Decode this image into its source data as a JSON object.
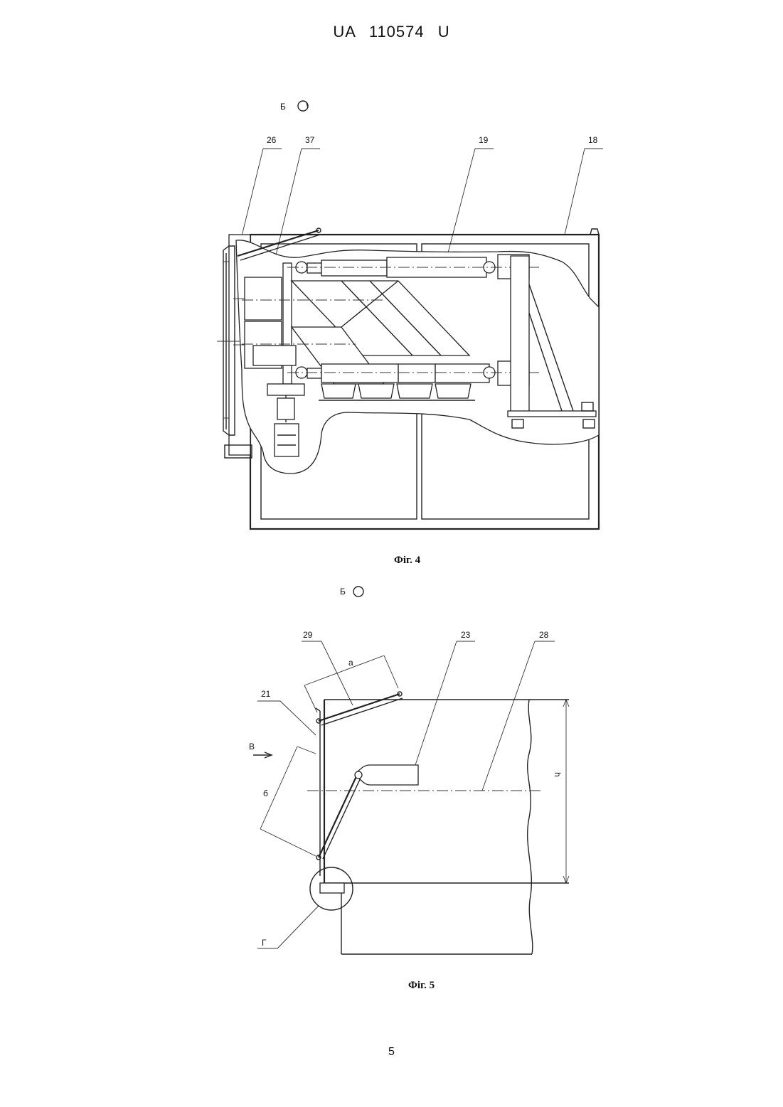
{
  "header": {
    "doc_id": "UA   110574   U"
  },
  "figure4": {
    "view_label": "Б",
    "caption": "Фіг. 4",
    "callouts": [
      "26",
      "37",
      "19",
      "18"
    ]
  },
  "figure5": {
    "view_label": "Б",
    "caption": "Фіг. 5",
    "callouts": [
      "29",
      "23",
      "28",
      "21"
    ],
    "arrow_label": "В",
    "detail_label": "Г",
    "dimensions": {
      "a": "a",
      "b": "б",
      "h": "h"
    }
  },
  "footer": {
    "page_number": "5"
  }
}
